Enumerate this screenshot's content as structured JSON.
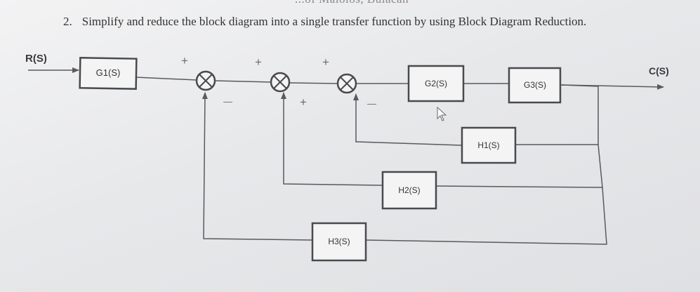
{
  "header": {
    "fragment": "...of Malolos, Bulacan",
    "question_number": "2.",
    "question_text": "Simplify and reduce the block diagram into a single transfer function by using Block Diagram Reduction."
  },
  "diagram": {
    "input_label": "R(S)",
    "output_label": "C(S)",
    "blocks": {
      "g1": "G1(S)",
      "g2": "G2(S)",
      "g3": "G3(S)",
      "h1": "H1(S)",
      "h2": "H2(S)",
      "h3": "H3(S)"
    },
    "signs": {
      "sj1_top": "+",
      "sj1_bottom": "—",
      "sj2_top": "+",
      "sj2_bottom": "+",
      "sj3_top": "+",
      "sj3_bottom": "—"
    },
    "line_color": "#5a5a5e",
    "block_border_color": "#4a4a4e"
  }
}
